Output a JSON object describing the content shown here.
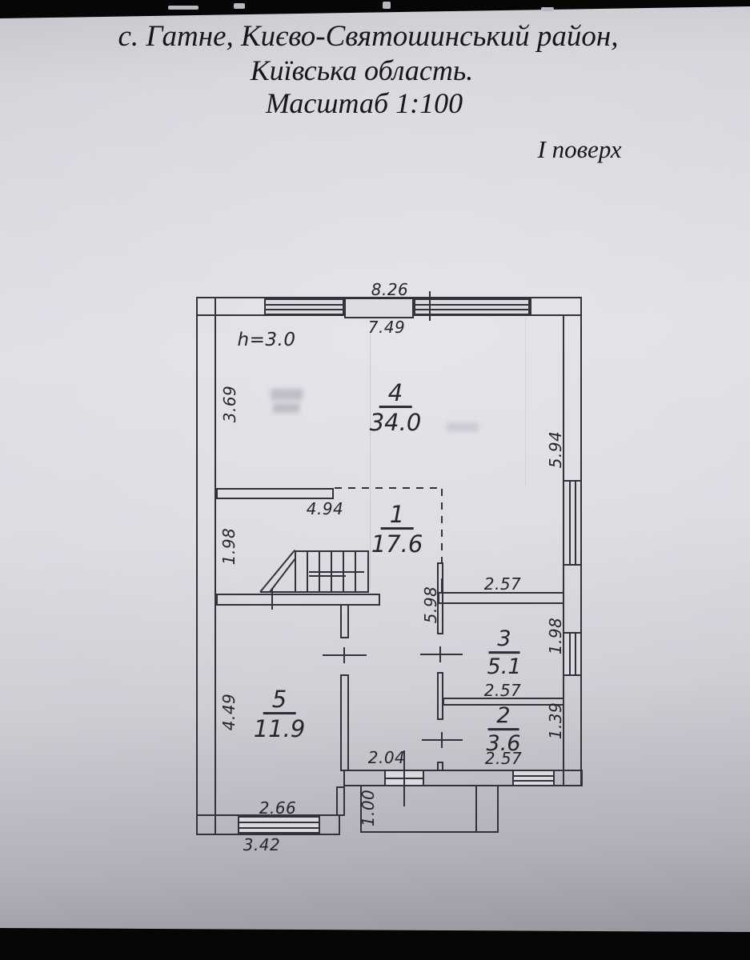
{
  "page": {
    "title_line1": "с. Гатне, Києво-Святошинський район,",
    "title_line2": "Київська область.",
    "scale_line": "Масштаб 1:100",
    "floor_label": "І поверх"
  },
  "plan": {
    "ceiling_height": "h=3.0",
    "rooms": [
      {
        "number": "4",
        "area": "34.0"
      },
      {
        "number": "1",
        "area": "17.6"
      },
      {
        "number": "3",
        "area": "5.1"
      },
      {
        "number": "2",
        "area": "3.6"
      },
      {
        "number": "5",
        "area": "11.9"
      }
    ],
    "dimensions": {
      "top_exterior": "8.26",
      "top_interior": "7.49",
      "room4_left": "3.69",
      "room4_right": "5.94",
      "stair_wall": "4.94",
      "stair_hall_left": "1.98",
      "hall_wall": "5.98",
      "room3_top": "2.57",
      "room3_bottom": "2.57",
      "room3_right": "1.98",
      "room2_bottom": "2.57",
      "room2_right": "1.39",
      "room5_left": "4.49",
      "room5_window": "2.66",
      "bottom_exterior": "3.42",
      "entry_width": "2.04",
      "porch_depth": "1.00"
    }
  }
}
